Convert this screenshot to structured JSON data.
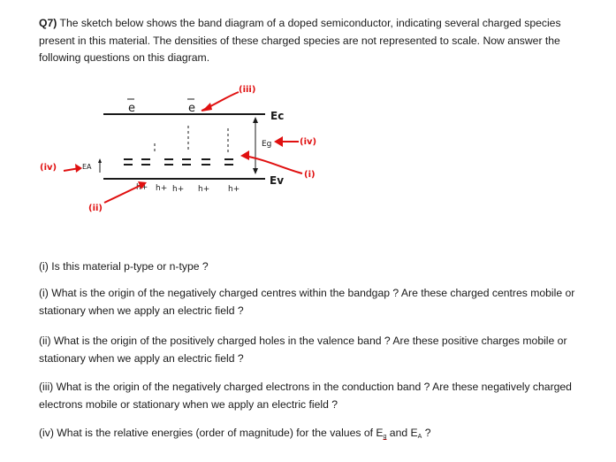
{
  "question": {
    "label": "Q7)",
    "intro": " The sketch below shows the band diagram of a doped semiconductor, indicating several charged species present in this material. The densities of these charged species are not represented to scale. Now answer the following questions on this diagram."
  },
  "diagram": {
    "electron_symbol": "e",
    "hole_symbol": "h+",
    "ec_label": "Ec",
    "ev_label": "Ev",
    "eg_label": "Eg",
    "ea_label": "EA",
    "tag_i": "(i)",
    "tag_ii": "(ii)",
    "tag_iii": "(iii)",
    "tag_iv_right": "(iv)",
    "tag_iv_left": "(iv)",
    "annotation_color": "#e01010",
    "ink_color": "#1a1a1a"
  },
  "items": [
    {
      "text": "(i) Is this material p-type or n-type ?"
    },
    {
      "text": "(i) What is the origin of the negatively charged centres within the bandgap ? Are these charged centres mobile or stationary when we apply an electric field ?"
    },
    {
      "text": "(ii) What is the origin of the positively charged holes in the valence band ? Are these positive charges mobile or stationary when we apply an electric field ?"
    },
    {
      "text": "(iii) What is the origin of the negatively charged electrons in the conduction band ? Are these negatively charged electrons mobile or stationary when we apply an electric field ?"
    },
    {
      "text_before": "(iv) What is the relative energies (order of magnitude) for the values of E",
      "eg_sub": "g",
      "text_mid": " and E",
      "ea_sub": "A",
      "text_after": " ?"
    }
  ]
}
